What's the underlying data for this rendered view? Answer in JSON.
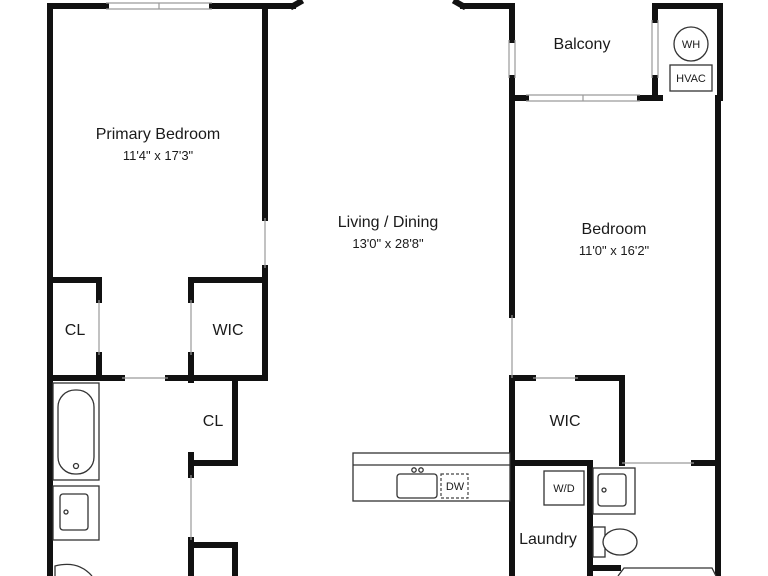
{
  "rooms": {
    "primary_bedroom": {
      "name": "Primary Bedroom",
      "dims": "11'4\" x 17'3\""
    },
    "living_dining": {
      "name": "Living / Dining",
      "dims": "13'0\" x 28'8\""
    },
    "bedroom": {
      "name": "Bedroom",
      "dims": "11'0\" x 16'2\""
    },
    "balcony": {
      "name": "Balcony"
    },
    "closet_left": {
      "name": "CL"
    },
    "wic_primary": {
      "name": "WIC"
    },
    "closet_hall": {
      "name": "CL"
    },
    "wic_bedroom": {
      "name": "WIC"
    },
    "laundry": {
      "name": "Laundry"
    }
  },
  "fixtures": {
    "water_heater": "WH",
    "hvac": "HVAC",
    "dishwasher": "DW",
    "washer_dryer": "W/D"
  },
  "colors": {
    "wall": "#111111",
    "fixture_line": "#333333",
    "window_line": "#9a9a9a"
  }
}
